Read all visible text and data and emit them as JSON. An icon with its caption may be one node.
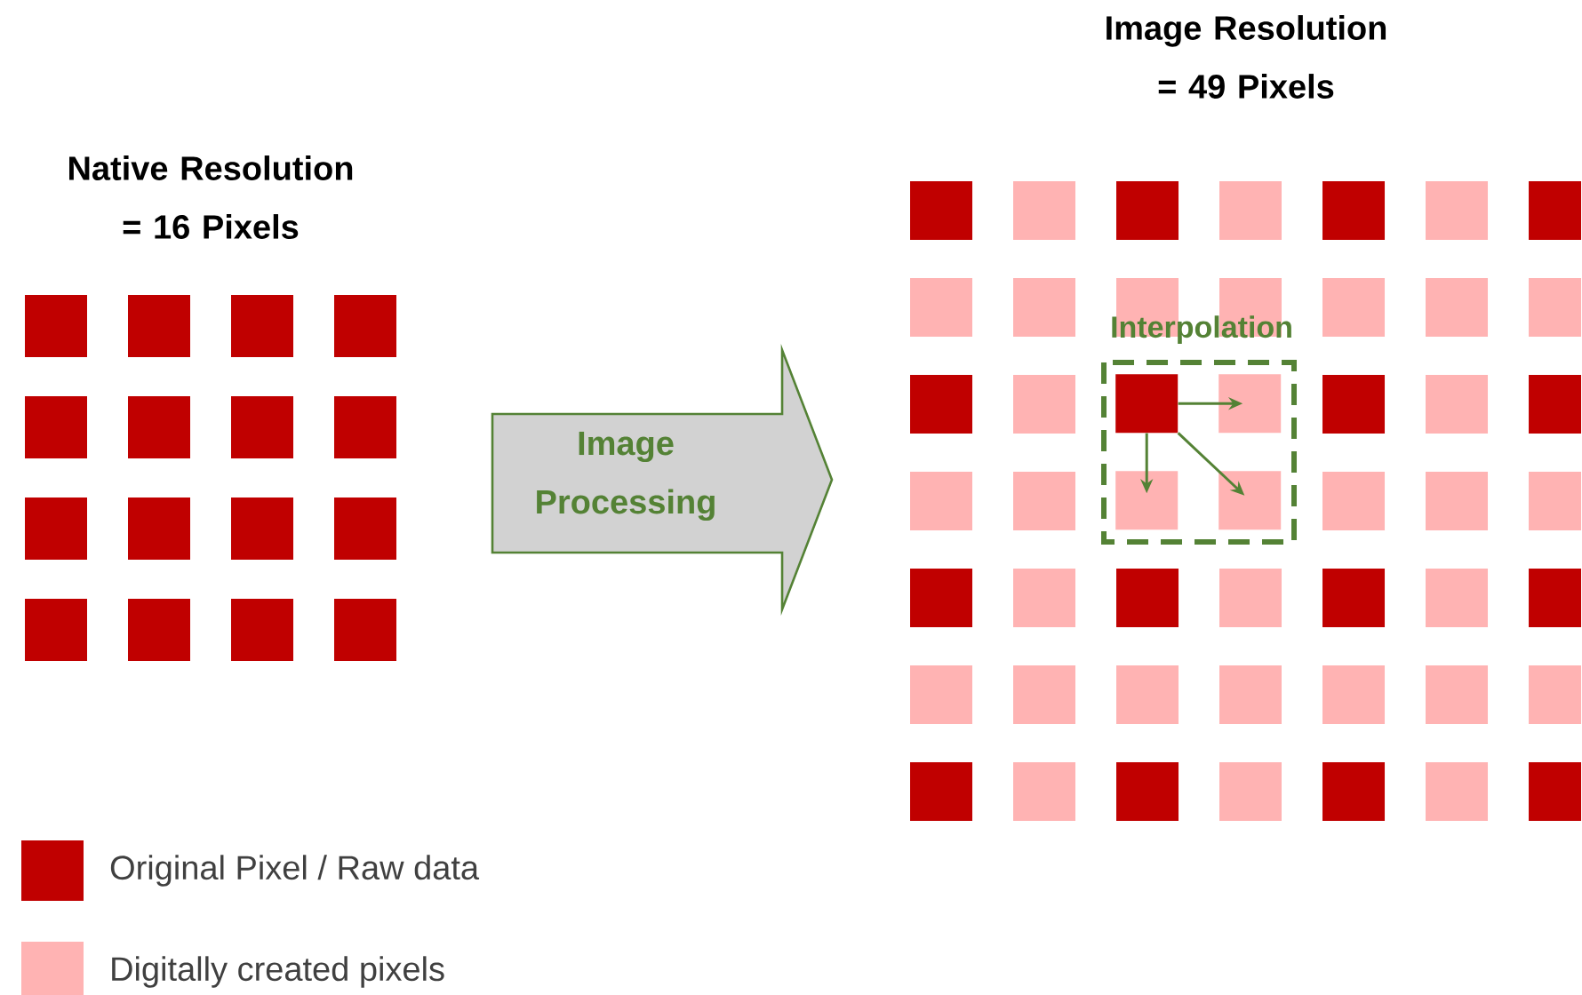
{
  "diagram": {
    "nodes": [
      {
        "text": [
          "Native Resolution = 16 Pixels"
        ]
      },
      {
        "text": [
          "Image Processing"
        ]
      },
      {
        "text": [
          "Image Resolution = 49 Pixels"
        ]
      },
      {
        "text": [
          "Interpolation"
        ],
        "in": 2
      },
      {
        "text": [],
        "shape": "box",
        "in": 3
      },
      {
        "text": [],
        "shape": "box",
        "in": 3
      },
      {
        "text": [],
        "shape": "box",
        "in": 3
      },
      {
        "text": [],
        "shape": "box",
        "in": 3
      }
    ],
    "edges": [
      {
        "from": 4,
        "to": 5,
        "arrow": "to"
      },
      {
        "from": 4,
        "to": 6,
        "arrow": "to"
      },
      {
        "from": 4,
        "to": 7,
        "arrow": "to"
      }
    ],
    "legend": [
      {
        "text": "Original Pixel / Raw data",
        "color": "#c00000"
      },
      {
        "text": "Digitally created pixels",
        "color": "#ffb3b3"
      }
    ]
  }
}
